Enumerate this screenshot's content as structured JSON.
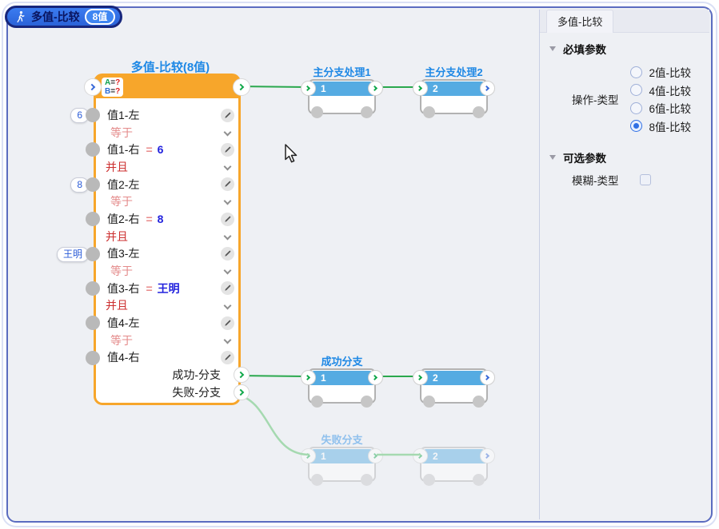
{
  "header": {
    "title": "多值-比较",
    "badge": "8值"
  },
  "canvas": {
    "main_node": {
      "title": "多值-比较(8值)",
      "ab_box": {
        "a": "A",
        "a_eq": "=",
        "a_q": "?",
        "b": "B",
        "b_eq": "=",
        "b_q": "?"
      },
      "rows": [
        {
          "type": "value",
          "label": "值1-左",
          "badge": "6"
        },
        {
          "type": "op",
          "label": "等于",
          "variant": "light"
        },
        {
          "type": "value",
          "label": "值1-右",
          "eq": "=",
          "value": "6"
        },
        {
          "type": "op",
          "label": "并且",
          "variant": "dark"
        },
        {
          "type": "value",
          "label": "值2-左",
          "badge": "8"
        },
        {
          "type": "op",
          "label": "等于",
          "variant": "light"
        },
        {
          "type": "value",
          "label": "值2-右",
          "eq": "=",
          "value": "8"
        },
        {
          "type": "op",
          "label": "并且",
          "variant": "dark"
        },
        {
          "type": "value",
          "label": "值3-左",
          "badge": "王明"
        },
        {
          "type": "op",
          "label": "等于",
          "variant": "light"
        },
        {
          "type": "value",
          "label": "值3-右",
          "eq": "=",
          "value": "王明"
        },
        {
          "type": "op",
          "label": "并且",
          "variant": "dark"
        },
        {
          "type": "value",
          "label": "值4-左"
        },
        {
          "type": "op",
          "label": "等于",
          "variant": "light"
        },
        {
          "type": "value",
          "label": "值4-右"
        },
        {
          "type": "branch",
          "label": "成功-分支"
        },
        {
          "type": "branch",
          "label": "失败-分支"
        }
      ]
    },
    "groups": {
      "main": {
        "title1": "主分支处理1",
        "title2": "主分支处理2",
        "n1": "1",
        "n2": "2"
      },
      "success": {
        "title": "成功分支",
        "n1": "1",
        "n2": "2"
      },
      "failure": {
        "title": "失败分支",
        "n1": "1",
        "n2": "2"
      }
    }
  },
  "panel": {
    "tab": "多值-比较",
    "required_section": "必填参数",
    "optional_section": "可选参数",
    "operation_group": {
      "label": "操作-类型",
      "options": [
        {
          "label": "2值-比较",
          "selected": false
        },
        {
          "label": "4值-比较",
          "selected": false
        },
        {
          "label": "6值-比较",
          "selected": false
        },
        {
          "label": "8值-比较",
          "selected": true
        }
      ]
    },
    "fuzzy_checkbox": {
      "label": "模糊-类型",
      "checked": false
    }
  },
  "colors": {
    "accent_orange": "#f7a62b",
    "node_title_blue": "#1e88e5",
    "mini_header_blue": "#55abe2",
    "link_green": "#2aa84d",
    "link_green_faded": "#a5d9b0",
    "op_light_red": "#e48a8a",
    "op_dark_red": "#cc2f2f",
    "value_blue": "#2222dd",
    "radio_blue": "#2f6fe4",
    "window_border": "#5b6cc0"
  }
}
